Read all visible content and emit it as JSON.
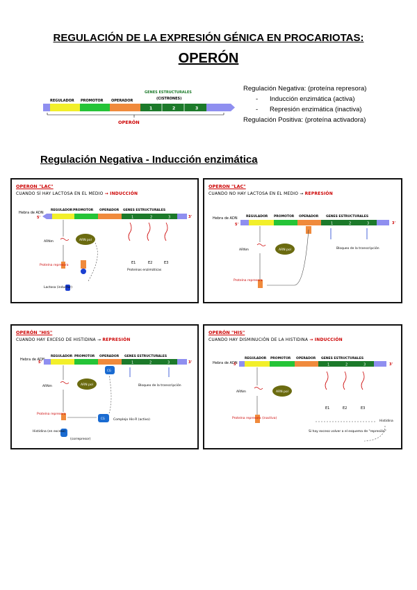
{
  "header": {
    "title": "REGULACIÓN DE LA EXPRESIÓN GÉNICA EN PROCARIOTAS:",
    "subtitle": "OPERÓN"
  },
  "top_diagram": {
    "labels": [
      "REGULADOR",
      "PROMOTOR",
      "OPERADOR"
    ],
    "genes_label": "GENES ESTRUCTURALES",
    "cistrones_label": "(CISTRONES)",
    "gene_numbers": [
      "1",
      "2",
      "3"
    ],
    "operon_label": "OPERÓN",
    "colors": {
      "regulador": "#f2ef2a",
      "promotor": "#25c437",
      "operador": "#f08a3c",
      "genes": "#1c7a2a",
      "ends": "#8f8ff0"
    }
  },
  "legend": {
    "line1": "Regulación Negativa: (proteína represora)",
    "item1": "Inducción enzimática (activa)",
    "item2": "Represión enzimática (inactiva)",
    "line4": "Regulación Positiva: (proteína activadora)",
    "dash": "-"
  },
  "section_title": "Regulación Negativa - Inducción enzimática",
  "panels": [
    {
      "title": "OPERON \"LAC\"",
      "subtitle": "CUANDO SÍ HAY LACTOSA EN EL MEDIO",
      "result": "→ INDUCCIÓN",
      "labels": {
        "hebra": "Hebra de ADN",
        "five": "5'",
        "three": "3'",
        "regulador": "REGULADOR",
        "promotor": "PROMOTOR",
        "operador": "OPERADOR",
        "genes": "GENES ESTRUCTURALES",
        "arnm": "ARNm",
        "arnpol": "ARN pol",
        "proteina": "Proteína represora",
        "inductor": "Lactosa (inductor)",
        "enzimas": "Proteínas enzimáticas",
        "e1": "E1",
        "e2": "E2",
        "e3": "E3",
        "g1": "1",
        "g2": "2",
        "g3": "3"
      }
    },
    {
      "title": "OPERON \"LAC\"",
      "subtitle": "CUANDO NO HAY LACTOSA EN EL MEDIO →",
      "result": "REPRESIÓN",
      "labels": {
        "hebra": "Hebra de ADN",
        "five": "5'",
        "three": "3'",
        "regulador": "REGULADOR",
        "promotor": "PROMOTOR",
        "operador": "OPERADOR",
        "genes": "GENES ESTRUCTURALES",
        "arnm": "ARNm",
        "arnpol": "ARN pol",
        "proteina": "Proteína represora",
        "bloqueo": "Bloqueo de la transcripción",
        "g1": "1",
        "g2": "2",
        "g3": "3"
      }
    },
    {
      "title": "OPERÓN \"HIS\"",
      "subtitle": "CUANDO HAY EXCESO DE HISTIDINA →",
      "result": "REPRESIÓN",
      "labels": {
        "hebra": "Hebra de ADN",
        "five": "5'",
        "three": "3'",
        "regulador": "REGULADOR",
        "promotor": "PROMOTOR",
        "operador": "OPERADOR",
        "genes": "GENES ESTRUCTURALES",
        "arnm": "ARNm",
        "arnpol": "ARN pol",
        "proteina": "Proteína represora",
        "complejo": "Complejo His-R (activo)",
        "histidina": "Histidina (en exceso)",
        "corepresor": "(correpresor)",
        "bloqueo": "Bloqueo de la transcripción",
        "g1": "1",
        "g2": "2",
        "g3": "3"
      }
    },
    {
      "title": "OPERÓN \"HIS\"",
      "subtitle": "CUANDO HAY DISMINUCIÓN DE LA HISTIDINA",
      "result": "→ INDUCCIÓN",
      "labels": {
        "hebra": "Hebra de ADN",
        "five": "5'",
        "three": "3'",
        "regulador": "REGULADOR",
        "promotor": "PROMOTOR",
        "operador": "OPERADOR",
        "genes": "GENES ESTRUCTURALES",
        "arnm": "ARNm",
        "arnpol": "ARN pol",
        "proteina": "Proteína represora (inactiva)",
        "histidina": "Histidina",
        "nota": "Si hay exceso volver a el esquema de \"represión\"",
        "e1": "E1",
        "e2": "E2",
        "e3": "E3",
        "g1": "1",
        "g2": "2",
        "g3": "3"
      }
    }
  ]
}
